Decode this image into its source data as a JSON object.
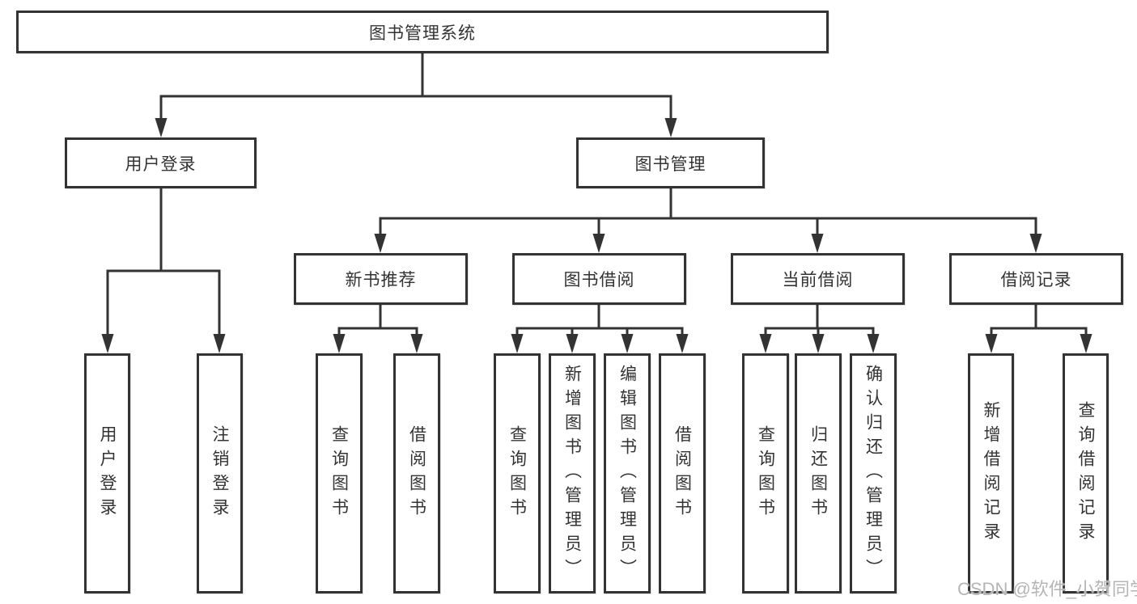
{
  "diagram": {
    "root": {
      "label": "图书管理系统"
    },
    "user_login": {
      "label": "用户登录",
      "children": [
        {
          "label": "用户登录"
        },
        {
          "label": "注销登录"
        }
      ]
    },
    "book_mgmt": {
      "label": "图书管理",
      "sections": [
        {
          "label": "新书推荐",
          "children": [
            {
              "label": "查询图书"
            },
            {
              "label": "借阅图书"
            }
          ]
        },
        {
          "label": "图书借阅",
          "children": [
            {
              "label": "查询图书"
            },
            {
              "label": "新增图书（管理员）"
            },
            {
              "label": "编辑图书（管理员）"
            },
            {
              "label": "借阅图书"
            }
          ]
        },
        {
          "label": "当前借阅",
          "children": [
            {
              "label": "查询图书"
            },
            {
              "label": "归还图书"
            },
            {
              "label": "确认归还（管理员）"
            }
          ]
        },
        {
          "label": "借阅记录",
          "children": [
            {
              "label": "新增借阅记录"
            },
            {
              "label": "查询借阅记录"
            }
          ]
        }
      ]
    },
    "colors": {
      "line": "#333333",
      "box_background": "#ffffff",
      "text": "#333333"
    }
  },
  "watermark": {
    "text": "CSDN @软件_小贺同学",
    "color": "#b5b5b5"
  }
}
